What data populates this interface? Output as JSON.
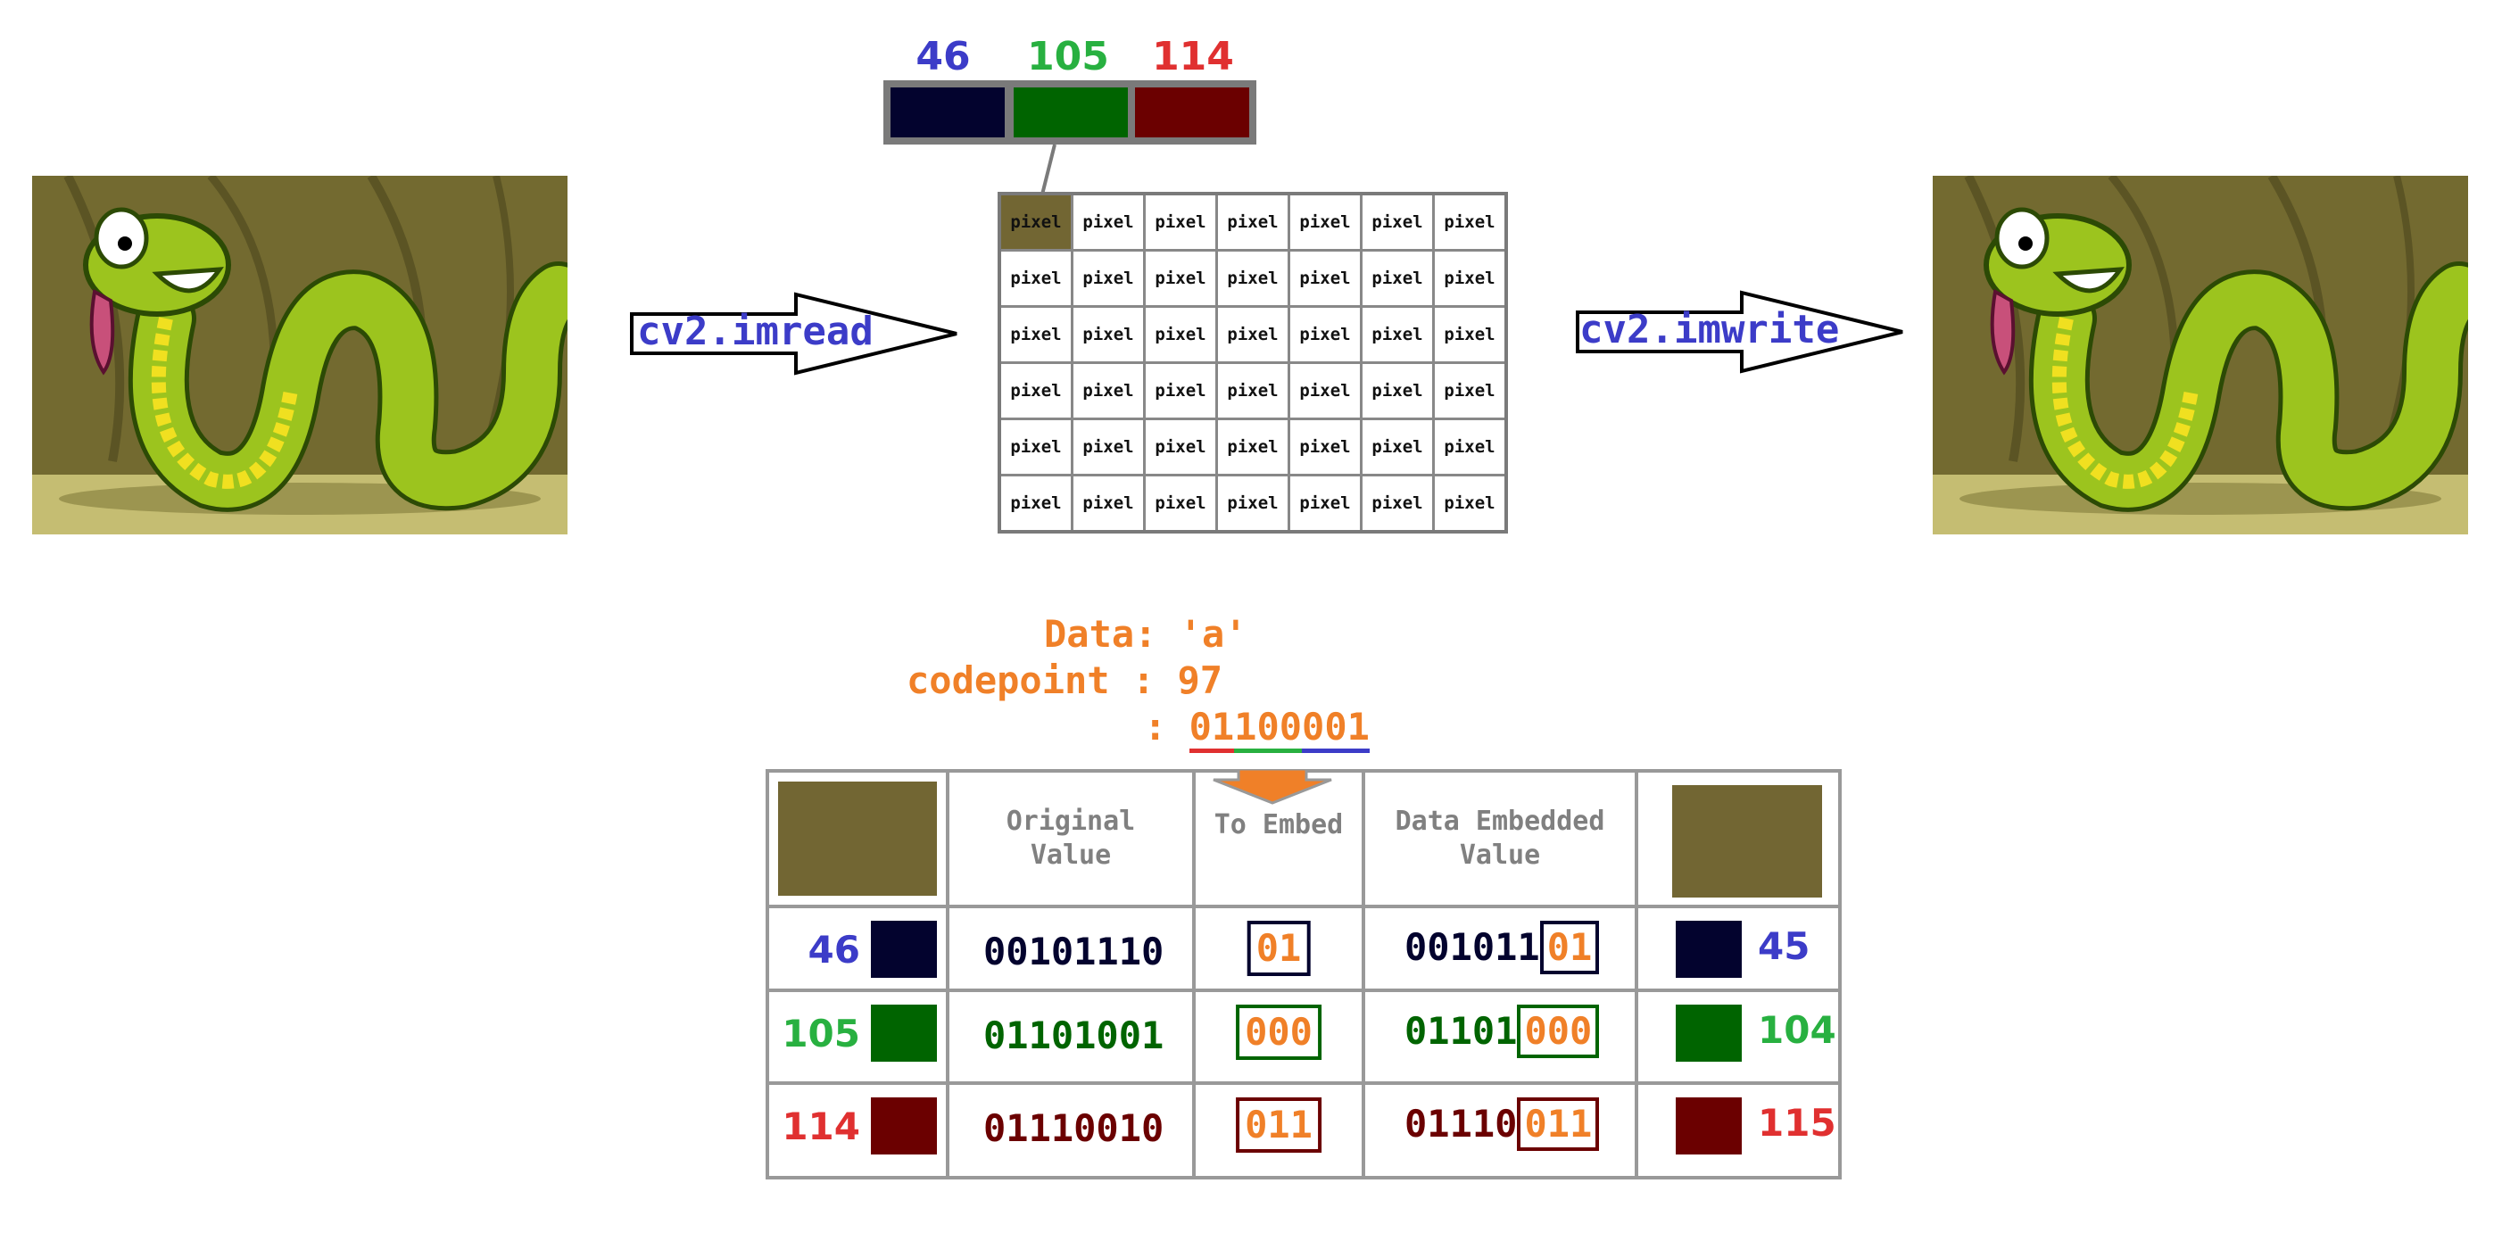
{
  "arrows": {
    "read_label": "cv2.imread",
    "write_label": "cv2.imwrite"
  },
  "pixel_rgb": {
    "blue": "46",
    "green": "105",
    "red": "114"
  },
  "pixel_grid": {
    "cell_label": "pixel",
    "rows": 6,
    "cols": 7
  },
  "data": {
    "label": "Data:",
    "value": "'a'",
    "codepoint_label": "codepoint :",
    "codepoint_value": "97",
    "bits_prefix": ":",
    "bits": [
      "01",
      "100",
      "001"
    ]
  },
  "table": {
    "headers": {
      "original": "Original\nValue",
      "to_embed": "To Embed",
      "embedded": "Data Embedded\nValue"
    },
    "rows": [
      {
        "channel": "blue",
        "num": "46",
        "swatch": "#03032e",
        "text_color": "#3c3cc8",
        "original": "00101110",
        "orig_color": "#03032e",
        "embed": "01",
        "embedded_prefix": "001011",
        "embedded_suffix": "01",
        "new_num": "45"
      },
      {
        "channel": "green",
        "num": "105",
        "swatch": "#006400",
        "text_color": "#28b040",
        "original": "01101001",
        "orig_color": "#006400",
        "embed": "000",
        "embedded_prefix": "01101",
        "embedded_suffix": "000",
        "new_num": "104"
      },
      {
        "channel": "red",
        "num": "114",
        "swatch": "#6b0000",
        "text_color": "#e03030",
        "original": "01110010",
        "orig_color": "#6b0000",
        "embed": "011",
        "embedded_prefix": "01110",
        "embedded_suffix": "011",
        "new_num": "115"
      }
    ]
  },
  "colors": {
    "pixel_color": "#726633",
    "accent_orange": "#f08028",
    "blue": "#3c3cc8",
    "green": "#28b040",
    "red": "#e03030"
  }
}
